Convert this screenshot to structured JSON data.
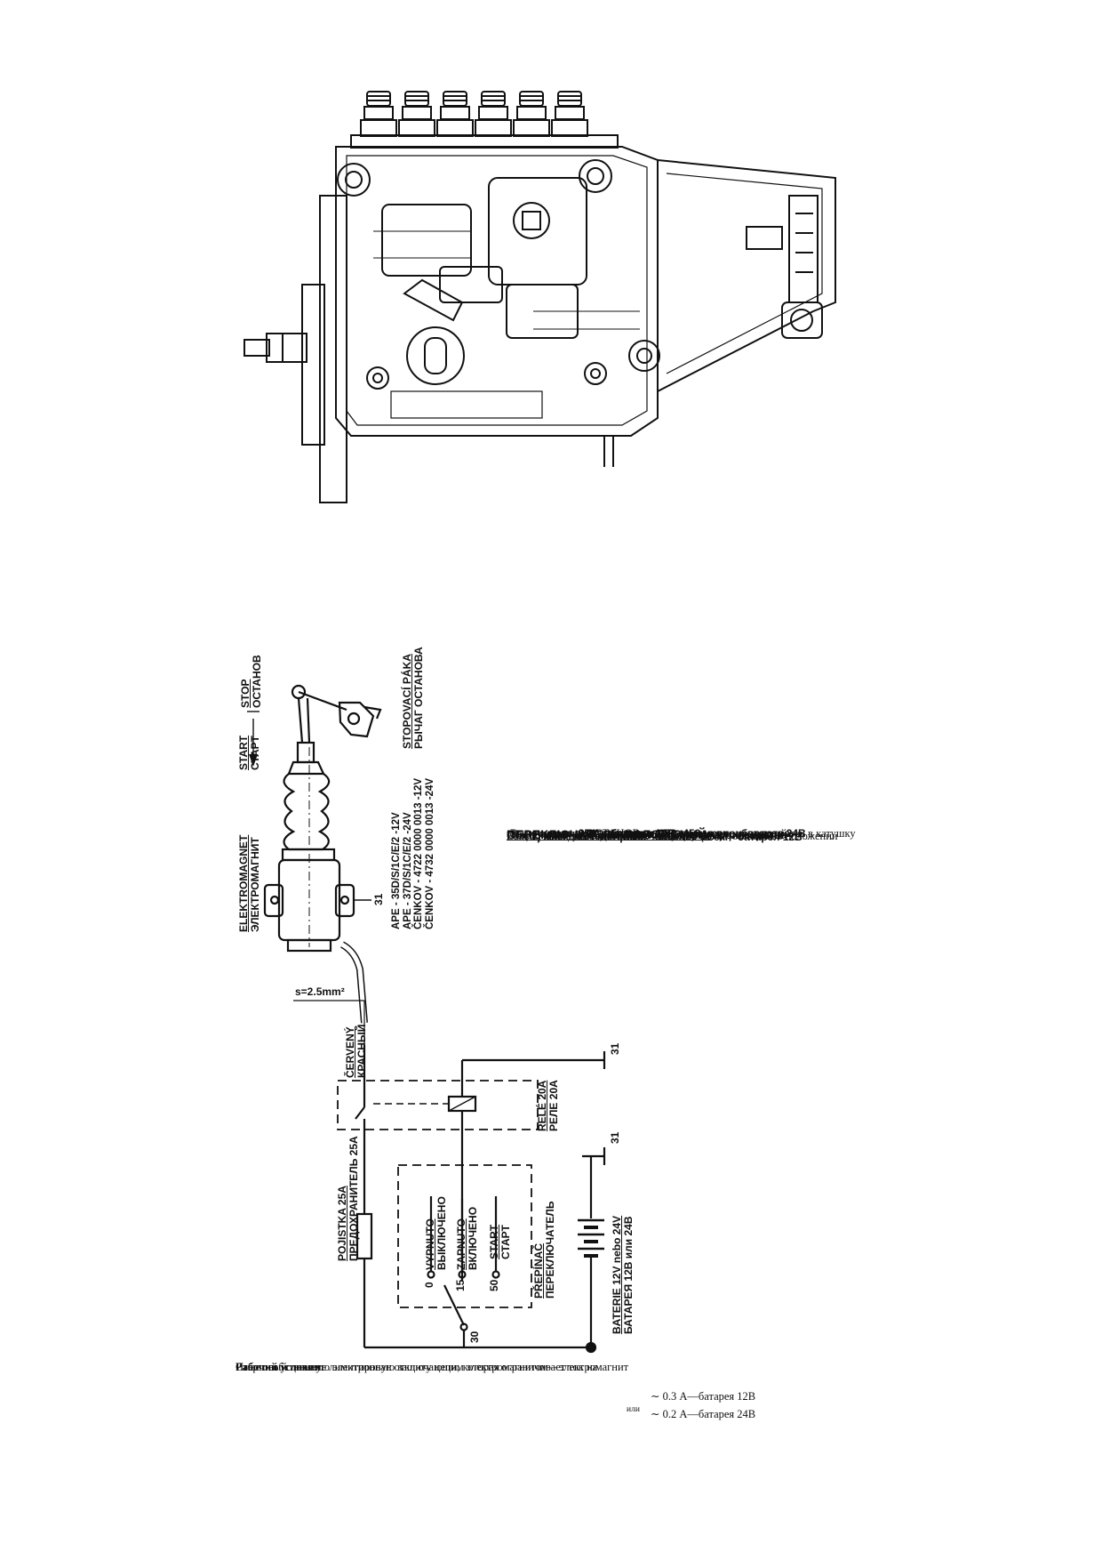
{
  "drawing": {
    "pump_alt": "",
    "labels": {
      "stop_cz": "STOP",
      "stop_ru": "ОСТАНОВ",
      "start_cz": "START",
      "start_ru": "СТАРТ",
      "lever_cz": "STOPOVACÍ PÁKA",
      "lever_ru": "РЫЧАГ ОСТАНОВА",
      "magnet_cz": "ELEKTROMAGNET",
      "magnet_ru": "ЭЛЕКТРОМАГНИТ",
      "terminal_31": "31",
      "wire_section": "s=2.5mm²",
      "wire_cz": "ČERVENÝ",
      "wire_ru": "КРАСНЫЙ",
      "relay_cz": "RELÉ 20A",
      "relay_ru": "РЕЛЕ 20A",
      "fuse_cz": "POJISTKA 25A",
      "fuse_ru": "ПРЕДОХРАНИТЕЛЬ 25A",
      "pos_0": "0",
      "pos_15": "15",
      "pos_50": "50",
      "pos_30": "30",
      "off_cz": "VYPNUTO",
      "off_ru": "ВЫКЛЮЧЕНО",
      "on_cz": "ZAPNUTO",
      "on_ru": "ВКЛЮЧЕНО",
      "start2_cz": "START",
      "start2_ru": "СТАРТ",
      "switch_cz": "PŘEPÍNAČ",
      "switch_ru": "ПЕРЕКЛЮЧАТЕЛЬ",
      "battery_cz": "BATERIE 12V nebo 24V",
      "battery_ru": "БАТАРЕЯ 12В или 24В"
    },
    "part_numbers": [
      "APE - 35D/S/1C/E/2 -12V",
      "APE - 37D/S/1C/E/2 -24V",
      "ČENKOV - 4722 0000 0013 -12V",
      "ČENKOV - 4732 0000 0013 -24V"
    ]
  },
  "positions": {
    "title": "ПЕРЕКЛЮЧАТЕЛЬ ПОЛОЖЕНИЙ:",
    "off_line1": "Выключено: двигатель выключенный — рычаг останова в положении",
    "off_line2": "ОСТАНОВ",
    "on_line1": "Включено: включенные принадлежности и электрический ток в катушку",
    "on_line2": "электромагнита",
    "items": [
      "1) макс. 45А во время ~350+450 мсек. - батарея 12В",
      "макс. 35А во время ~350+450 мсек. - батарея 24В",
      "2) макс. 0.3А длительно во время производства -",
      "макс. 0.2А длительно во время производства -",
      "Старт: электрический ток в катушку электромагнита",
      "макс. 0.3А - батарея 12В",
      "макс. 0.2А - батарея 24В"
    ]
  },
  "conditions": {
    "title": "Рабочий условия:",
    "line1": "Стартовый цикл не лимитирован отключающим электромагнитом—электромагнит",
    "line2": "Имеет собственную электронную защиту цепи, которая ограничивает ток на",
    "value1": "∼ 0.3 А—батарея 12В",
    "or_word": "или",
    "value2": "∼ 0.2 А—батарея 24В"
  }
}
